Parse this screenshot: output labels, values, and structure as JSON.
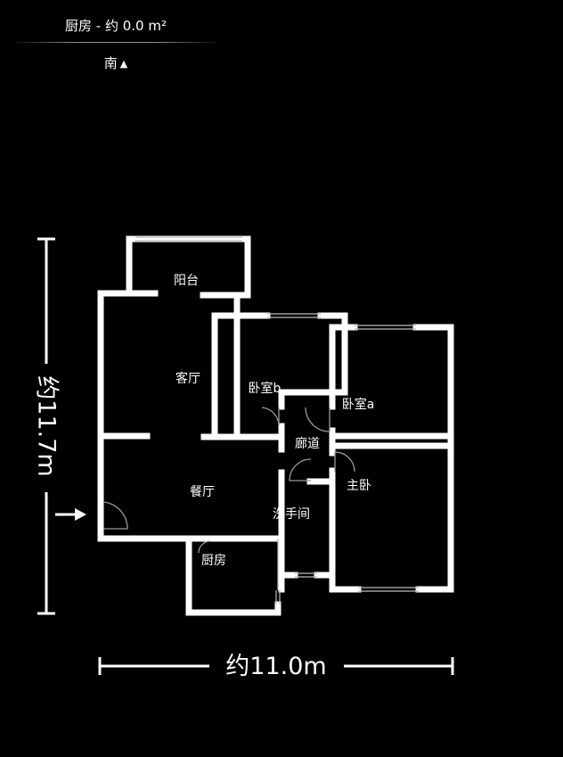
{
  "header": {
    "title": "厨房 - 约 0.0 m²",
    "orientation": "南",
    "orientation_icon": "triangle-up-icon"
  },
  "rooms": {
    "balcony": "阳台",
    "living_room": "客厅",
    "dining_room": "餐厅",
    "kitchen": "厨房",
    "bedroom_b": "卧室b",
    "bedroom_a": "卧室a",
    "corridor": "廊道",
    "bathroom": "洗手间",
    "master_bedroom": "主卧"
  },
  "dimensions": {
    "height": "约11.7m",
    "width": "约11.0m"
  },
  "entrance_icon": "arrow-right-icon",
  "colors": {
    "background": "#000000",
    "wall": "#ffffff",
    "window": "#bbbbbb",
    "door": "#999999"
  }
}
